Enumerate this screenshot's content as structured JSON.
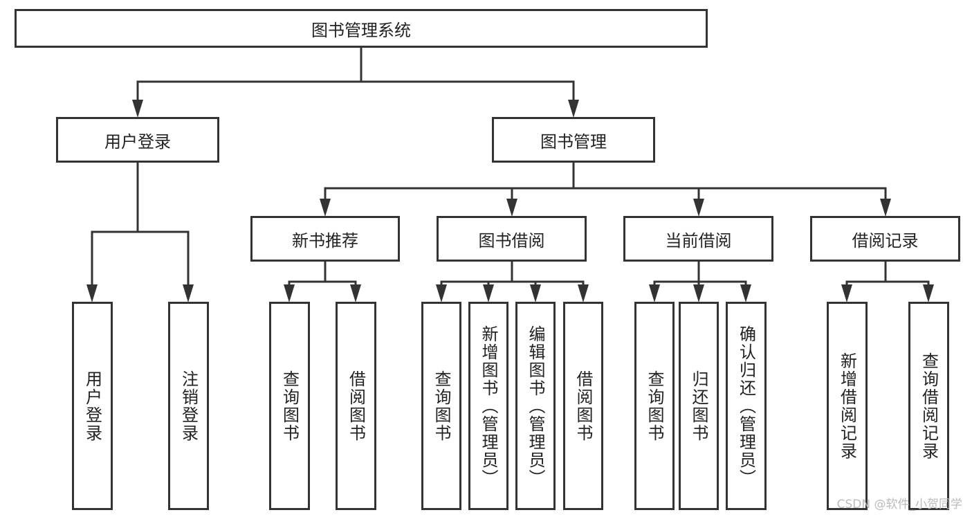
{
  "root": "图书管理系统",
  "level1": [
    "用户登录",
    "图书管理"
  ],
  "level2": [
    "新书推荐",
    "图书借阅",
    "当前借阅",
    "借阅记录"
  ],
  "leaves": {
    "user_login": [
      "用户登录",
      "注销登录"
    ],
    "new_books": [
      "查询图书",
      "借阅图书"
    ],
    "borrow": [
      "查询图书",
      "新增图书（管理员）",
      "编辑图书（管理员）",
      "借阅图书"
    ],
    "current": [
      "查询图书",
      "归还图书",
      "确认归还（管理员）"
    ],
    "records": [
      "新增借阅记录",
      "查询借阅记录"
    ]
  },
  "watermark": "CSDN @软件_小贺同学",
  "colors": {
    "line": "#333333",
    "text": "#222222"
  }
}
